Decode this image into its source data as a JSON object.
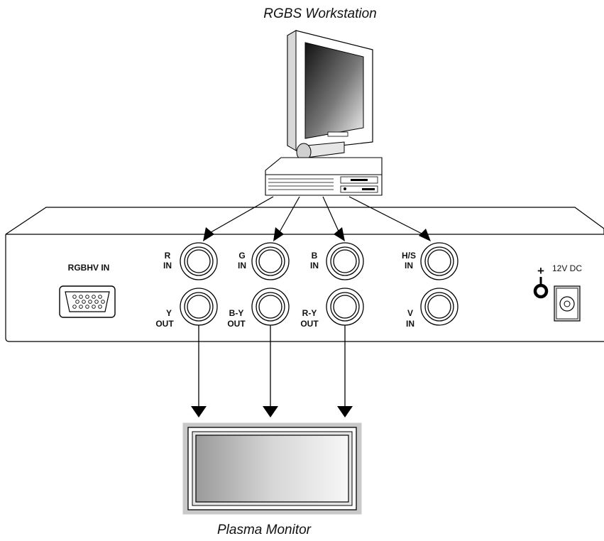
{
  "diagram": {
    "top_caption": "RGBS Workstation",
    "bottom_caption": "Plasma Monitor",
    "device": {
      "rgbhv_label": "RGBHV IN",
      "power_label": "12V DC",
      "power_polarity": "+",
      "ports": {
        "r_in": [
          "R",
          "IN"
        ],
        "g_in": [
          "G",
          "IN"
        ],
        "b_in": [
          "B",
          "IN"
        ],
        "hs_in": [
          "H/S",
          "IN"
        ],
        "y_out": [
          "Y",
          "OUT"
        ],
        "by_out": [
          "B-Y",
          "OUT"
        ],
        "ry_out": [
          "R-Y",
          "OUT"
        ],
        "v_in": [
          "V",
          "IN"
        ]
      }
    },
    "connections": [
      {
        "from": "RGBS Workstation",
        "to": "R IN"
      },
      {
        "from": "RGBS Workstation",
        "to": "G IN"
      },
      {
        "from": "RGBS Workstation",
        "to": "B IN"
      },
      {
        "from": "RGBS Workstation",
        "to": "H/S IN"
      },
      {
        "from": "Y OUT",
        "to": "Plasma Monitor"
      },
      {
        "from": "B-Y OUT",
        "to": "Plasma Monitor"
      },
      {
        "from": "R-Y OUT",
        "to": "Plasma Monitor"
      }
    ]
  }
}
